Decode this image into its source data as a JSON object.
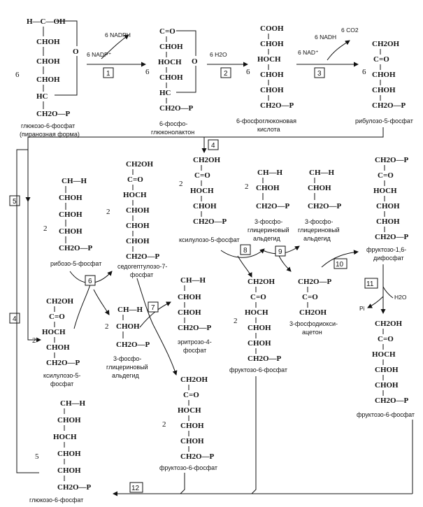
{
  "title": "",
  "glucose6p": {
    "top": "H—C—OH",
    "rows": [
      "CHOH",
      "CHOH",
      "CHOH"
    ],
    "c5": "HC",
    "c6": "CH2O—P",
    "ring_o": "O",
    "coef": "6",
    "label1": "глюкозо-6-фосфат",
    "label2": "(пиранозная форма)"
  },
  "step1": {
    "num": "1",
    "in": "6 NADP⁺",
    "out": "6 NADPH"
  },
  "lactone": {
    "top": "C=O",
    "rows": [
      "CHOH",
      "HOCH",
      "CHOH"
    ],
    "c5": "HC",
    "c6": "CH2O—P",
    "ring_o": "O",
    "coef": "6",
    "label1": "6-фосфо-",
    "label2": "глюконолактон"
  },
  "step2": {
    "num": "2",
    "in": "6 H2O"
  },
  "gluconate": {
    "rows": [
      "COOH",
      "CHOH",
      "HOCH",
      "CHOH",
      "CHOH",
      "CH2O—P"
    ],
    "coef": "6",
    "label1": "6-фосфоглюконовая",
    "label2": "кислота"
  },
  "step3": {
    "num": "3",
    "in": "6 NAD⁺",
    "out1": "6 NADH",
    "out2": "6 CO2"
  },
  "ribulose5p": {
    "rows": [
      "CH2OH",
      "C=O",
      "CHOH",
      "CHOH",
      "CH2O—P"
    ],
    "coef": "6",
    "label": "рибулозо-5-фосфат"
  },
  "step4a": {
    "num": "4"
  },
  "step5": {
    "num": "5"
  },
  "ribose5p": {
    "rows": [
      "CH—H",
      "CHOH",
      "CHOH",
      "CHOH",
      "CH2O—P"
    ],
    "coef": "2",
    "label": "рибозо-5-фосфат"
  },
  "sedo7p": {
    "rows": [
      "CH2OH",
      "C=O",
      "HOCH",
      "CHOH",
      "CHOH",
      "CHOH",
      "CH2O—P"
    ],
    "coef": "2",
    "label1": "седогептулозо-7-",
    "label2": "фосфат"
  },
  "xylulose5p_top": {
    "rows": [
      "CH2OH",
      "C=O",
      "HOCH",
      "CHOH",
      "CH2O—P"
    ],
    "coef": "2",
    "label": "ксилулозо-5-фосфат"
  },
  "gap1": {
    "rows": [
      "CH—H",
      "CHOH",
      "CH2O—P"
    ],
    "coef": "2",
    "label1": "3-фосфо-",
    "label2": "глицериновый",
    "label3": "альдегид"
  },
  "gap2": {
    "rows": [
      "CH—H",
      "CHOH",
      "CH2O—P"
    ],
    "label1": "3-фосфо-",
    "label2": "глицериновый",
    "label3": "альдегид"
  },
  "fbp": {
    "rows": [
      "CH2O—P",
      "C=O",
      "HOCH",
      "CHOH",
      "CHOH",
      "CH2O—P"
    ],
    "label1": "фруктозо-1,6-",
    "label2": "дифосфат"
  },
  "step8": {
    "num": "8"
  },
  "step9": {
    "num": "9"
  },
  "step10": {
    "num": "10"
  },
  "step11": {
    "num": "11",
    "in": "H2O",
    "out": "Pi"
  },
  "step6": {
    "num": "6"
  },
  "step7": {
    "num": "7"
  },
  "step4b": {
    "num": "4"
  },
  "step12": {
    "num": "12"
  },
  "xylulose5p_left": {
    "rows": [
      "CH2OH",
      "C=O",
      "HOCH",
      "CHOH",
      "CH2O—P"
    ],
    "coef": "2",
    "label1": "ксилулозо-5-",
    "label2": "фосфат"
  },
  "gap3": {
    "rows": [
      "CH—H",
      "CHOH",
      "CH2O—P"
    ],
    "coef": "2",
    "label1": "3-фосфо-",
    "label2": "глицериновый",
    "label3": "альдегид"
  },
  "erythrose4p": {
    "rows": [
      "CH—H",
      "CHOH",
      "CHOH",
      "CH2O—P"
    ],
    "label1": "эритрозо-4-",
    "label2": "фосфат"
  },
  "f6p_mid": {
    "rows": [
      "CH2OH",
      "C=O",
      "HOCH",
      "CHOH",
      "CHOH",
      "CH2O—P"
    ],
    "coef": "2",
    "label": "фруктозо-6-фосфат"
  },
  "dhap": {
    "rows": [
      "CH2O—P",
      "C=O",
      "CH2OH"
    ],
    "label1": "3-фосфодиокси-",
    "label2": "ацетон"
  },
  "f6p_right": {
    "rows": [
      "CH2OH",
      "C=O",
      "HOCH",
      "CHOH",
      "CHOH",
      "CH2O—P"
    ],
    "label": "фруктозо-6-фосфат"
  },
  "f6p_bottom": {
    "rows": [
      "CH2OH",
      "C=O",
      "HOCH",
      "CHOH",
      "CHOH",
      "CH2O—P"
    ],
    "coef": "2",
    "label": "фруктозо-6-фосфат"
  },
  "glucose6p_bottom": {
    "rows": [
      "CH—H",
      "CHOH",
      "HOCH",
      "CHOH",
      "CHOH",
      "CH2O—P"
    ],
    "coef": "5",
    "label": "глюкозо-6-фосфат"
  }
}
